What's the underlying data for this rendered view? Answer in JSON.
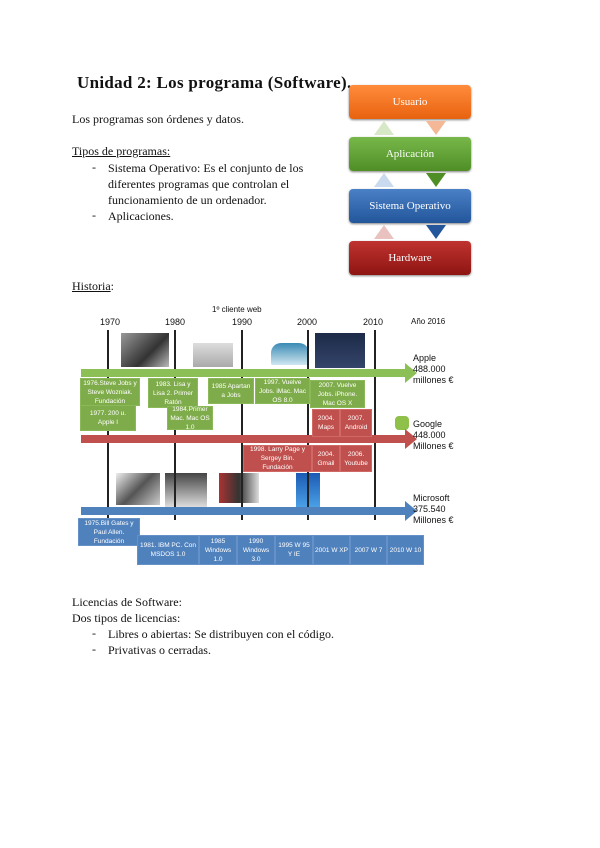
{
  "document": {
    "title": "Unidad 2: Los programa (Software).",
    "intro": "Los programas son órdenes y datos.",
    "types_heading": "Tipos de programas:",
    "types": [
      {
        "dash": "-",
        "lines": [
          "Sistema Operativo: Es el conjunto de los",
          "diferentes programas que controlan el",
          "funcionamiento de un ordenador."
        ]
      },
      {
        "dash": "-",
        "lines": [
          "Aplicaciones."
        ]
      }
    ],
    "history_heading": "Historia",
    "history_colon": ":",
    "licenses_heading": "Licencias de Software:",
    "licenses_sub": "Dos tipos de licencias:",
    "licenses": [
      {
        "dash": "-",
        "text": "Libres o abiertas: Se distribuyen con el código."
      },
      {
        "dash": "-",
        "text": "Privativas o cerradas."
      }
    ]
  },
  "stack_diagram": {
    "layers": [
      {
        "label": "Usuario",
        "color": "#f06a1c"
      },
      {
        "label": "Aplicación",
        "color": "#5fa132"
      },
      {
        "label": "Sistema Operativo",
        "color": "#2e64ab"
      },
      {
        "label": "Hardware",
        "color": "#a31d1a"
      }
    ]
  },
  "timeline": {
    "annotation": "1º cliente web",
    "years": [
      "1970",
      "1980",
      "1990",
      "2000",
      "2010"
    ],
    "year_now": "Año 2016",
    "colors": {
      "apple": "#7fac4a",
      "google": "#c0504d",
      "microsoft": "#4f81bd"
    },
    "apple": {
      "name": "Apple",
      "value": "488.000",
      "unit": "millones €",
      "events": [
        "1976.Steve Jobs y Steve Wozniak. Fundación",
        "1977. 200 u. Apple I",
        "1983. Lisa y Lisa 2. Primer Ratón",
        "1984.Primer Mac. Mac OS 1.0",
        "1985 Apartan a Jobs",
        "1997. Vuelve Jobs. iMac. Mac OS 8.0",
        "2007. Vuelve Jobs. iPhone. Mac OS X"
      ]
    },
    "google": {
      "name": "Google",
      "value": "448.000",
      "unit": "Millones €",
      "events": [
        "2004. Maps",
        "2007. Android",
        "1998. Larry Page y Sergey Bin. Fundación",
        "2004. Gmail",
        "2006. Youtube"
      ]
    },
    "microsoft": {
      "name": "Microsoft",
      "value": "375.540",
      "unit": "Millones €",
      "events": [
        "1975.Bill Gates y Paul Allen. Fundación",
        "1981. IBM PC. Con MSDOS 1.0",
        "1985 Windows 1.0",
        "1990 Windows 3.0",
        "1995 W 95 Y IE",
        "2001 W XP",
        "2007 W 7",
        "2010 W 10"
      ]
    }
  }
}
